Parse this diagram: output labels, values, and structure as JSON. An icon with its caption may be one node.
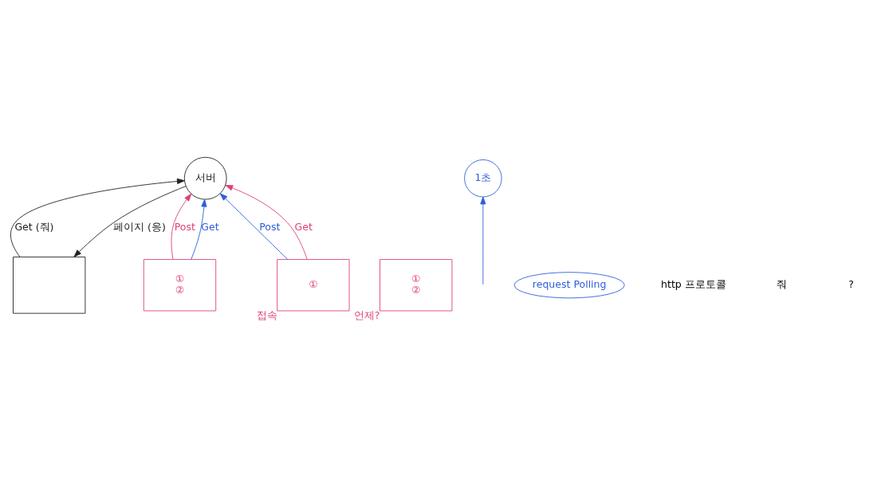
{
  "diagram": {
    "nodes": [
      {
        "text": [],
        "shape": "box"
      },
      {
        "text": [
          "서버"
        ]
      },
      {
        "text": [
          "①",
          "②"
        ],
        "beside": [
          "언제?"
        ]
      },
      {
        "text": [
          "①",
          "②"
        ]
      },
      {
        "text": [
          "①"
        ],
        "beside": [
          "접속"
        ]
      },
      {
        "text": [
          "1초"
        ]
      },
      {
        "text": [
          "request Polling"
        ]
      }
    ],
    "edges": [
      {
        "from": 0,
        "to": 1,
        "arrow": "to",
        "label": "Get (줘)",
        "color": "#222222"
      },
      {
        "from": 1,
        "to": 0,
        "arrow": "to",
        "label": "페이지 (응)",
        "color": "#222222"
      },
      {
        "from": 3,
        "to": 1,
        "arrow": "to",
        "label": "Post",
        "color": "#e0407a"
      },
      {
        "from": 3,
        "to": 1,
        "arrow": "to",
        "label": "Get",
        "color": "#2f5fd8"
      },
      {
        "from": null,
        "to": 5,
        "arrow": "to",
        "color": "#2f5fd8"
      },
      {
        "from": 4,
        "to": 1,
        "arrow": "to",
        "label": "Post",
        "color": "#2f5fd8"
      },
      {
        "from": 4,
        "to": 1,
        "arrow": "to",
        "label": "Get",
        "color": "#e0407a"
      }
    ],
    "labels": [
      "http 프로토콜",
      "줘",
      "?"
    ]
  }
}
